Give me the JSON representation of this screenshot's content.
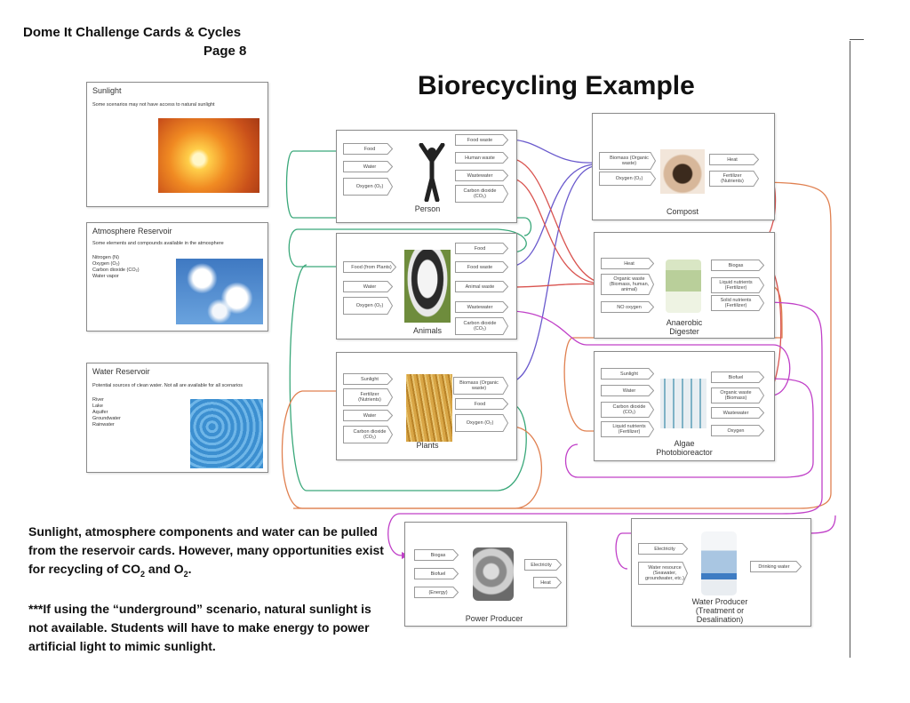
{
  "header": {
    "line1": "Dome It Challenge Cards & Cycles",
    "line2": "Page 8"
  },
  "title": "Biorecycling Example",
  "reservoirs": {
    "sunlight": {
      "title": "Sunlight",
      "sub": "Some scenarios may not have access to natural sunlight"
    },
    "atmosphere": {
      "title": "Atmosphere Reservoir",
      "sub": "Some elements and compounds available in the atmosphere",
      "items": [
        "Nitrogen (N)",
        "Oxygen (O₂)",
        "Carbon dioxide (CO₂)",
        "Water vapor"
      ]
    },
    "water": {
      "title": "Water Reservoir",
      "sub": "Potential sources of clean water. Not all are available for all scenarios",
      "items": [
        "River",
        "Lake",
        "Aquifer",
        "Groundwater",
        "Rainwater"
      ]
    }
  },
  "nodes": {
    "person": {
      "label": "Person",
      "inputs": [
        "Food",
        "Water",
        "Oxygen (O₂)"
      ],
      "outputs": [
        "Food waste",
        "Human waste",
        "Wastewater",
        "Carbon dioxide (CO₂)"
      ]
    },
    "animals": {
      "label": "Animals",
      "inputs": [
        "Food (from Plants)",
        "Water",
        "Oxygen (O₂)"
      ],
      "outputs": [
        "Food",
        "Food waste",
        "Animal waste",
        "Wastewater",
        "Carbon dioxide (CO₂)"
      ]
    },
    "plants": {
      "label": "Plants",
      "inputs": [
        "Sunlight",
        "Fertilizer (Nutrients)",
        "Water",
        "Carbon dioxide (CO₂)"
      ],
      "outputs": [
        "Biomass (Organic waste)",
        "Food",
        "Oxygen (O₂)"
      ]
    },
    "compost": {
      "label": "Compost",
      "inputs": [
        "Biomass (Organic waste)",
        "Oxygen (O₂)"
      ],
      "outputs": [
        "Heat",
        "Fertilizer (Nutrients)"
      ]
    },
    "digester": {
      "label": "Anaerobic Digester",
      "inputs": [
        "Heat",
        "Organic waste (Biomass, human, animal)",
        "NO oxygen"
      ],
      "outputs": [
        "Biogas",
        "Liquid nutrients (Fertilizer)",
        "Solid nutrients (Fertilizer)"
      ]
    },
    "algae": {
      "label": "Algae Photobioreactor",
      "inputs": [
        "Sunlight",
        "Water",
        "Carbon dioxide (CO₂)",
        "Liquid nutrients (Fertilizer)"
      ],
      "outputs": [
        "Biofuel",
        "Organic waste (Biomass)",
        "Wastewater",
        "Oxygen"
      ]
    },
    "power": {
      "label": "Power Producer",
      "inputs": [
        "Biogas",
        "Biofuel",
        "(Energy)"
      ],
      "outputs": [
        "Electricity",
        "Heat"
      ]
    },
    "water_producer": {
      "label": "Water Producer (Treatment or Desalination)",
      "inputs": [
        "Electricity",
        "Water resource (Seawater, groundwater, etc.)"
      ],
      "outputs": [
        "Drinking water"
      ]
    }
  },
  "notes": {
    "p1_a": "Sunlight, atmosphere components and water can be pulled from the reservoir cards. However, many opportunities exist for recycling of CO",
    "p1_sub1": "2",
    "p1_b": " and O",
    "p1_sub2": "2",
    "p1_c": ".",
    "p2": "***If using the “underground” scenario, natural sunlight is not available.  Students will have to make energy to power artificial light to mimic sunlight."
  },
  "colors": {
    "green": "#3aa87a",
    "orange": "#e08050",
    "purple": "#6a5acd",
    "red": "#d9534f",
    "magenta": "#c040c8"
  }
}
